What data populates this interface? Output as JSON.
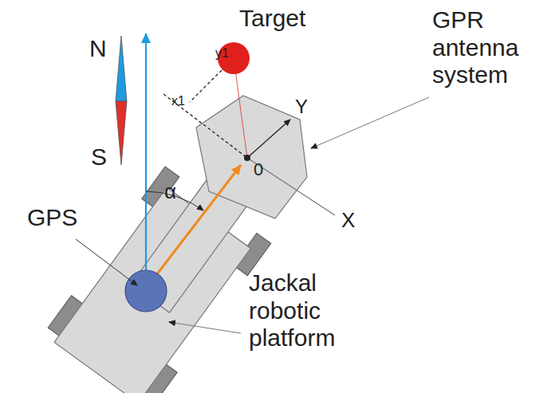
{
  "diagram": {
    "labels": [
      "Target",
      "y1",
      "x1",
      "N",
      "S",
      "GPR antenna system",
      "Y",
      "α",
      "0",
      "X",
      "GPS",
      "Jackal robotic platform"
    ]
  }
}
